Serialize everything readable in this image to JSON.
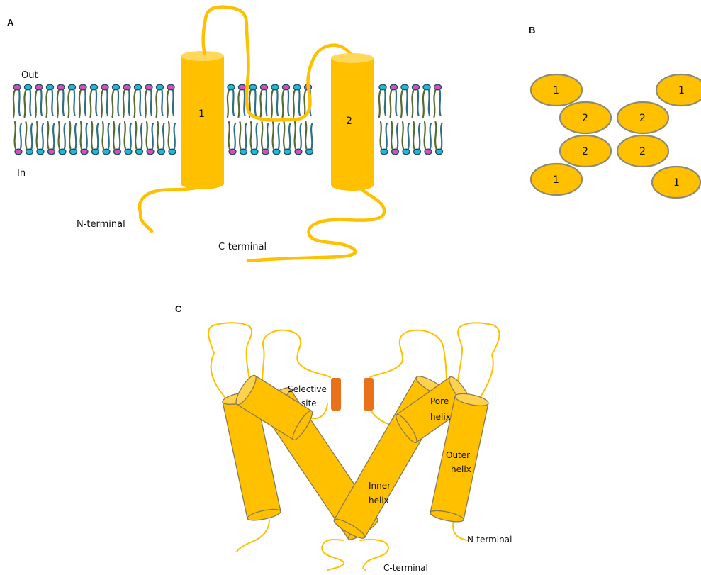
{
  "panels": {
    "a": {
      "label": "A",
      "out_label": "Out",
      "in_label": "In",
      "helix_1": "1",
      "helix_2": "2",
      "n_terminal": "N-terminal",
      "c_terminal": "C-terminal"
    },
    "b": {
      "label": "B",
      "subunits": [
        "1",
        "2",
        "2",
        "1",
        "2",
        "2",
        "1",
        "1"
      ]
    },
    "c": {
      "label": "C",
      "selective_site": [
        "Selective",
        "site"
      ],
      "pore_helix": [
        "Pore",
        "helix"
      ],
      "outer_helix": [
        "Outer",
        "helix"
      ],
      "inner_helix": [
        "Inner",
        "helix"
      ],
      "n_terminal": "N-terminal",
      "c_terminal": "C-terminal"
    }
  },
  "colors": {
    "helix": "#FFC000",
    "helix_top": "#FFD75A",
    "selectivity_filter": "#E8711A",
    "lipid_head_magenta": "#d64fb3",
    "lipid_head_cyan": "#29b6d6",
    "lipid_tail_green": "#556b2f",
    "lipid_tail_blue": "#2e6f83"
  }
}
